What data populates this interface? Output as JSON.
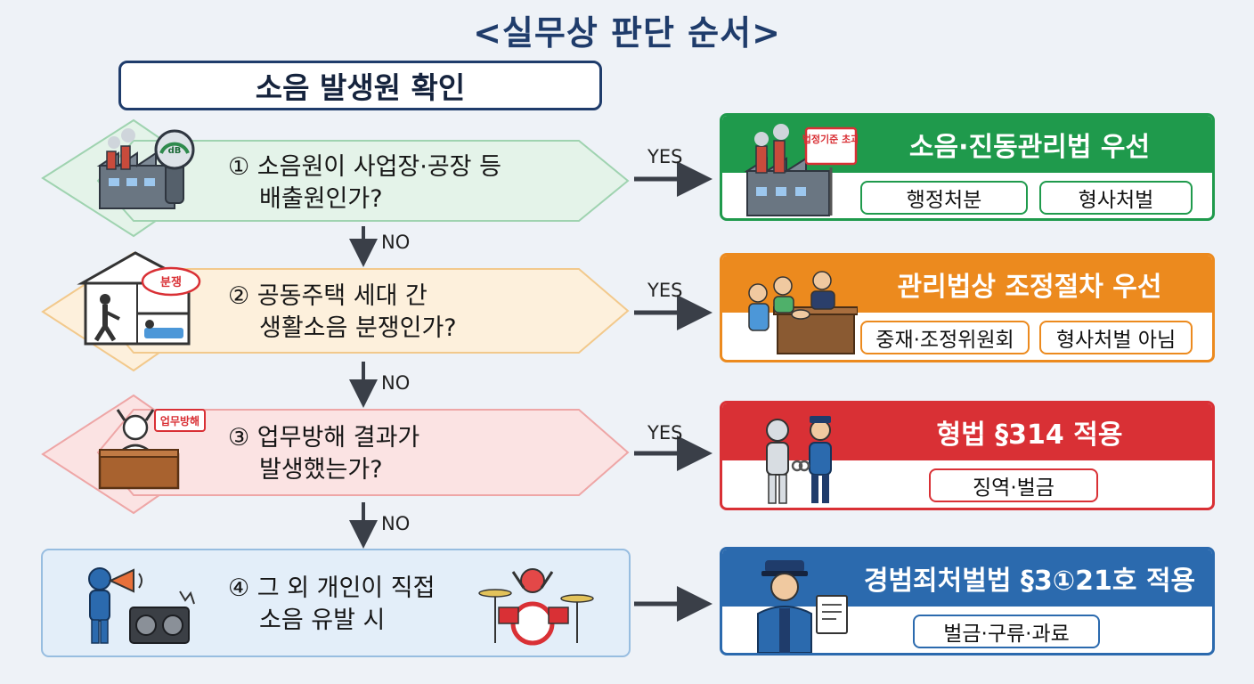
{
  "title": "<실무상 판단 순서>",
  "start": {
    "label": "소음 발생원 확인"
  },
  "questions": [
    {
      "line1": "① 소음원이 사업장·공장 등",
      "line2": "배출원인가?",
      "yes": "YES",
      "no": "NO"
    },
    {
      "line1": "② 공동주택 세대 간",
      "line2": "생활소음 분쟁인가?",
      "yes": "YES",
      "no": "NO"
    },
    {
      "line1": "③ 업무방해 결과가",
      "line2": "발생했는가?",
      "yes": "YES",
      "no": "NO"
    },
    {
      "line1": "④ 그 외 개인이 직접",
      "line2": "소음 유발 시"
    }
  ],
  "results": [
    {
      "title": "소음·진동관리법 우선",
      "tags": [
        "행정처분",
        "형사처벌"
      ],
      "sign": "법정기준 초과",
      "color": "#1f9a4c"
    },
    {
      "title": "관리법상 조정절차 우선",
      "tags": [
        "중재·조정위원회",
        "형사처벌 아님"
      ],
      "color": "#ec8a1e"
    },
    {
      "title": "형법 §314 적용",
      "tags": [
        "징역·벌금"
      ],
      "color": "#d93035"
    },
    {
      "title": "경범죄처벌법 §3①21호 적용",
      "tags": [
        "벌금·구류·과료"
      ],
      "color": "#2b6aae"
    }
  ],
  "icon_texts": {
    "meter": "dB",
    "dispute": "분쟁",
    "obstruction": "업무방해"
  }
}
